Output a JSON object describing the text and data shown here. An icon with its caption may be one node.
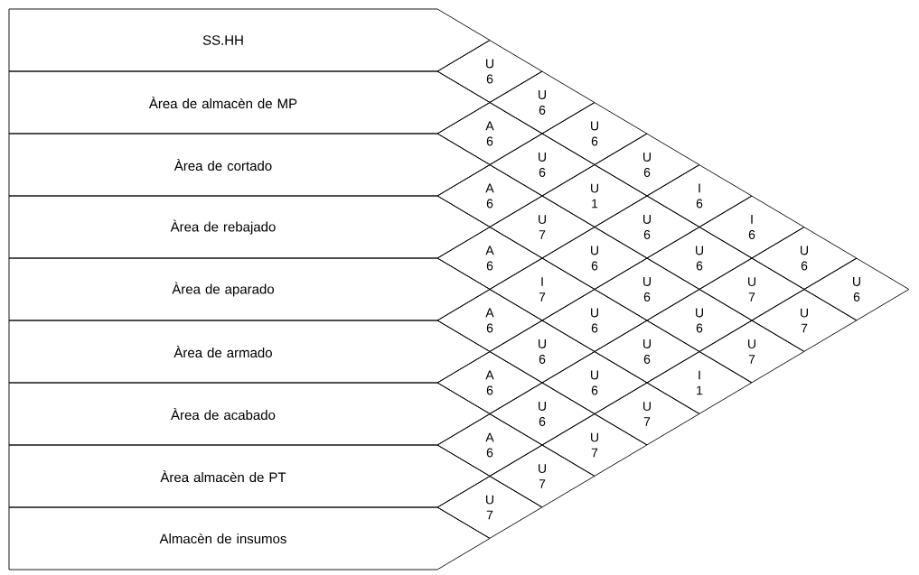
{
  "diagram": {
    "nodes": [
      {
        "text": [
          "SS.HH"
        ]
      },
      {
        "text": [
          "Àrea de almacèn de MP"
        ]
      },
      {
        "text": [
          "Àrea de cortado"
        ]
      },
      {
        "text": [
          "Àrea de rebajado"
        ]
      },
      {
        "text": [
          "Àrea de aparado"
        ]
      },
      {
        "text": [
          "Àrea de armado"
        ]
      },
      {
        "text": [
          "Àrea de acabado"
        ]
      },
      {
        "text": [
          "Àrea almacèn de PT"
        ]
      },
      {
        "text": [
          "Almacèn de insumos"
        ]
      },
      {
        "text": [
          "U",
          "6"
        ]
      },
      {
        "text": [
          "A",
          "6"
        ]
      },
      {
        "text": [
          "A",
          "6"
        ]
      },
      {
        "text": [
          "A",
          "6"
        ]
      },
      {
        "text": [
          "A",
          "6"
        ]
      },
      {
        "text": [
          "A",
          "6"
        ]
      },
      {
        "text": [
          "A",
          "6"
        ]
      },
      {
        "text": [
          "U",
          "7"
        ]
      },
      {
        "text": [
          "U",
          "6"
        ]
      },
      {
        "text": [
          "U",
          "6"
        ]
      },
      {
        "text": [
          "U",
          "7"
        ]
      },
      {
        "text": [
          "I",
          "7"
        ]
      },
      {
        "text": [
          "U",
          "6"
        ]
      },
      {
        "text": [
          "U",
          "6"
        ]
      },
      {
        "text": [
          "U",
          "7"
        ]
      },
      {
        "text": [
          "U",
          "6"
        ]
      },
      {
        "text": [
          "U",
          "1"
        ]
      },
      {
        "text": [
          "U",
          "6"
        ]
      },
      {
        "text": [
          "U",
          "6"
        ]
      },
      {
        "text": [
          "U",
          "6"
        ]
      },
      {
        "text": [
          "U",
          "7"
        ]
      },
      {
        "text": [
          "U",
          "6"
        ]
      },
      {
        "text": [
          "U",
          "6"
        ]
      },
      {
        "text": [
          "U",
          "6"
        ]
      },
      {
        "text": [
          "U",
          "6"
        ]
      },
      {
        "text": [
          "U",
          "7"
        ]
      },
      {
        "text": [
          "I",
          "6"
        ]
      },
      {
        "text": [
          "U",
          "6"
        ]
      },
      {
        "text": [
          "U",
          "6"
        ]
      },
      {
        "text": [
          "I",
          "1"
        ]
      },
      {
        "text": [
          "I",
          "6"
        ]
      },
      {
        "text": [
          "U",
          "7"
        ]
      },
      {
        "text": [
          "U",
          "7"
        ]
      },
      {
        "text": [
          "U",
          "6"
        ]
      },
      {
        "text": [
          "U",
          "7"
        ]
      },
      {
        "text": [
          "U",
          "6"
        ]
      }
    ]
  }
}
